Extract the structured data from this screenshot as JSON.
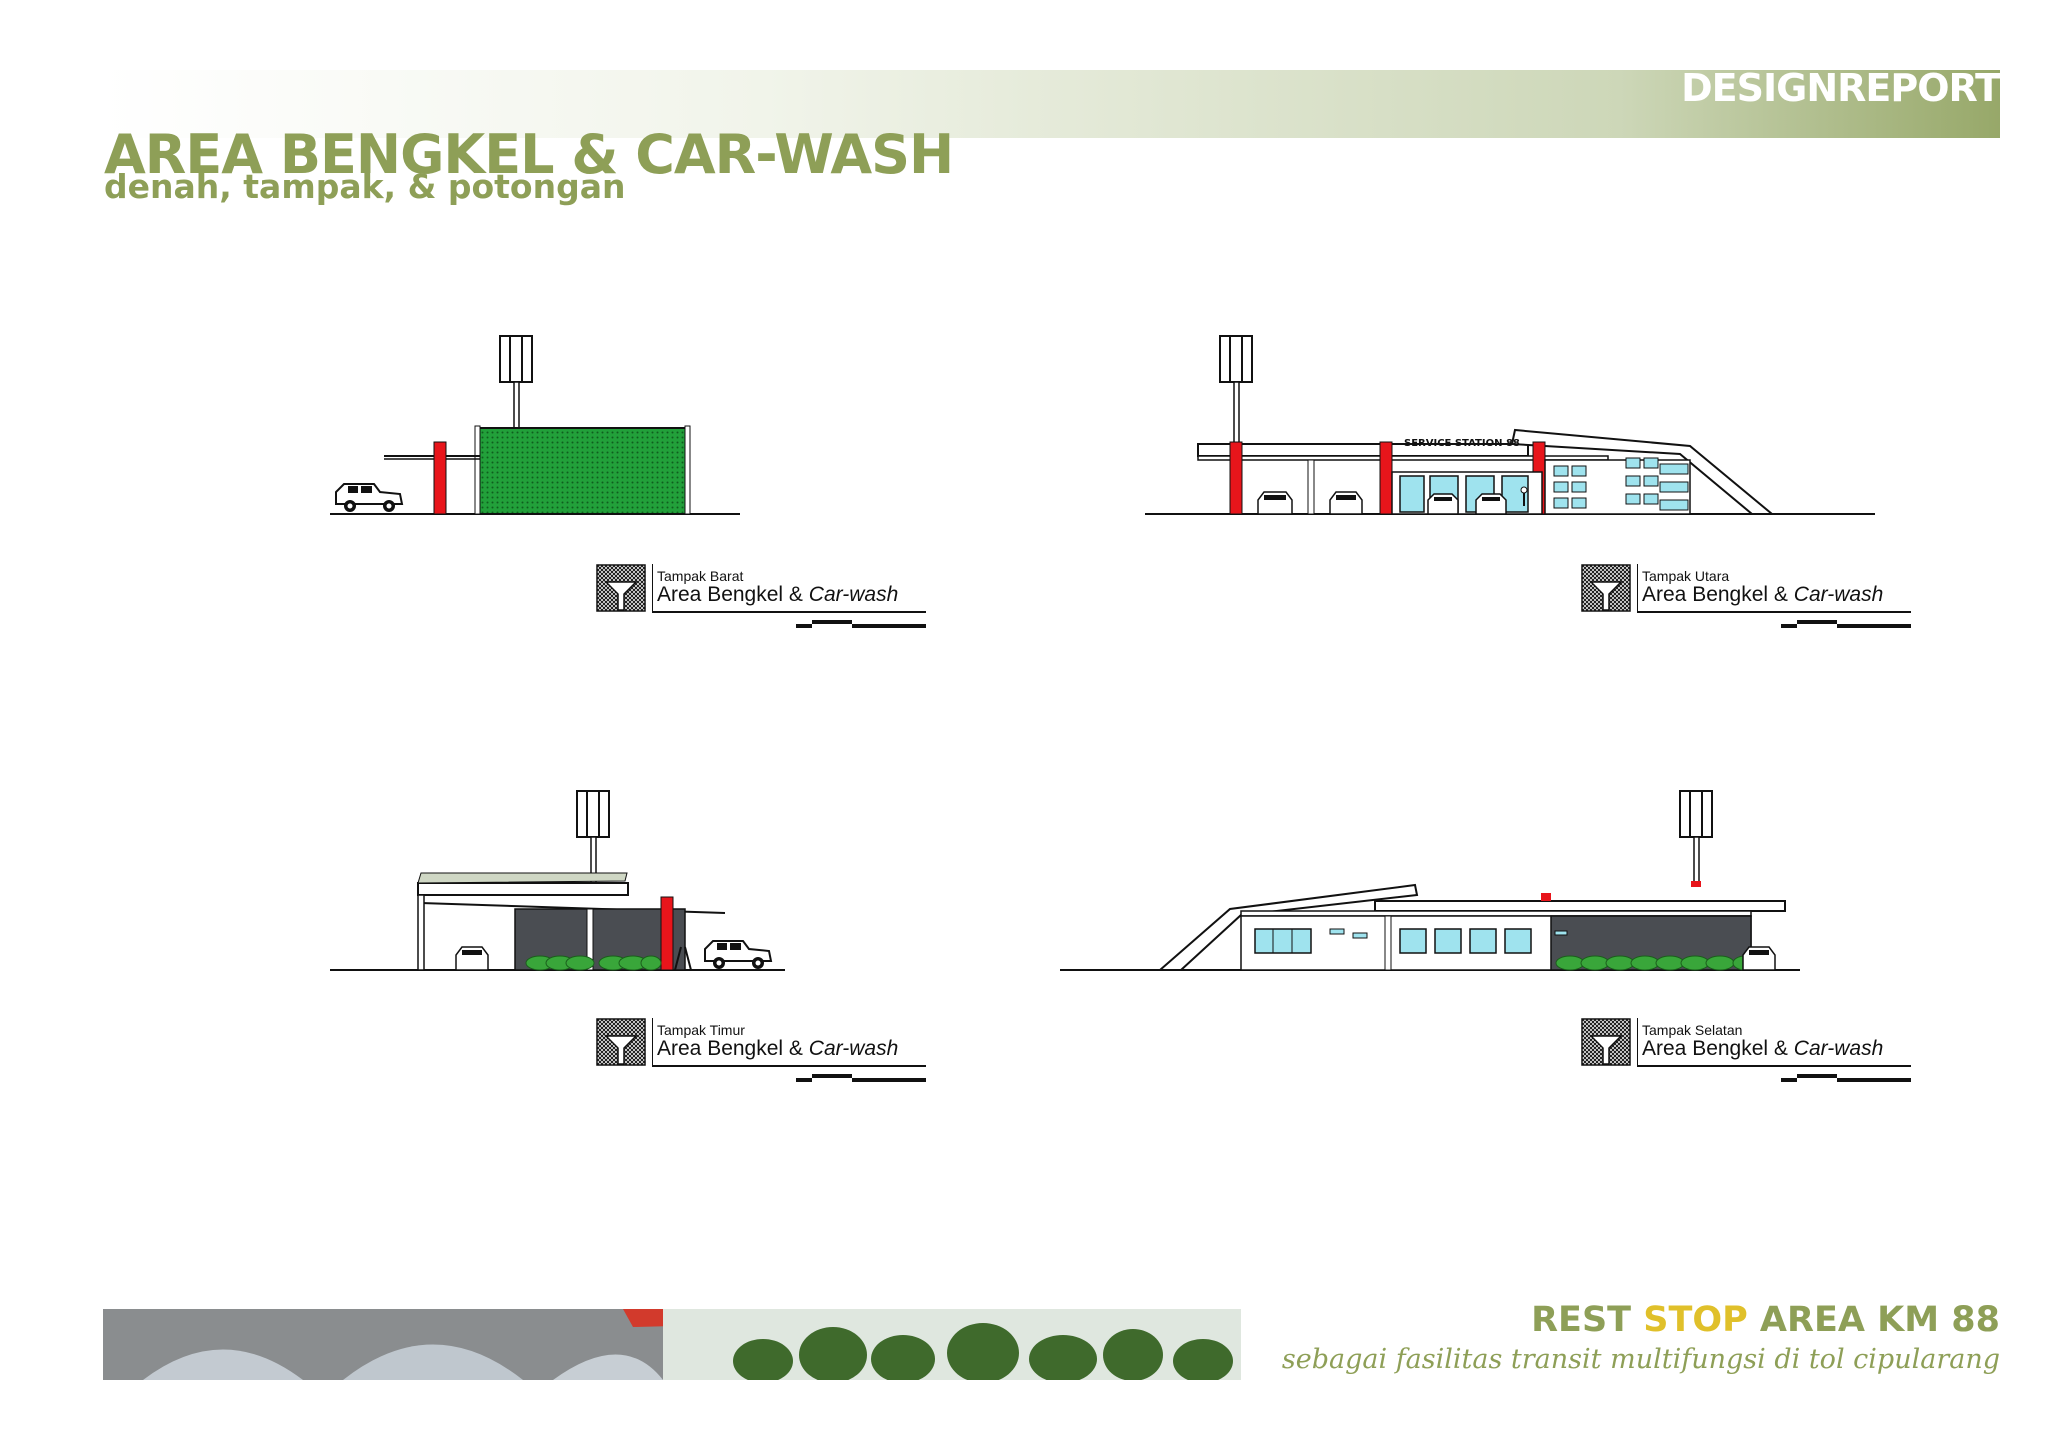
{
  "header": {
    "report_tag": "DESIGNREPORT",
    "title": "AREA BENGKEL & CAR-WASH",
    "subtitle": "denah, tampak, & potongan"
  },
  "drawings": [
    {
      "view_label": "Tampak Barat",
      "name_main": "Area Bengkel &",
      "name_italic": "Car-wash"
    },
    {
      "view_label": "Tampak Utara",
      "name_main": "Area Bengkel &",
      "name_italic": "Car-wash",
      "signage": "SERVICE STATION 88"
    },
    {
      "view_label": "Tampak Timur",
      "name_main": "Area Bengkel &",
      "name_italic": "Car-wash"
    },
    {
      "view_label": "Tampak Selatan",
      "name_main": "Area Bengkel &",
      "name_italic": "Car-wash"
    }
  ],
  "footer": {
    "title_part1": "REST ",
    "title_part2": "STOP",
    "title_part3": " AREA KM 88",
    "tagline": "sebagai fasilitas transit multifungsi di tol cipularang"
  },
  "colors": {
    "accent_green": "#8e9f57",
    "stop_yellow": "#e0c02a",
    "structure_red": "#e8151b",
    "facade_green": "#22a03a",
    "glass_blue": "#9fe3ee",
    "wall_gray": "#4a4d52"
  }
}
